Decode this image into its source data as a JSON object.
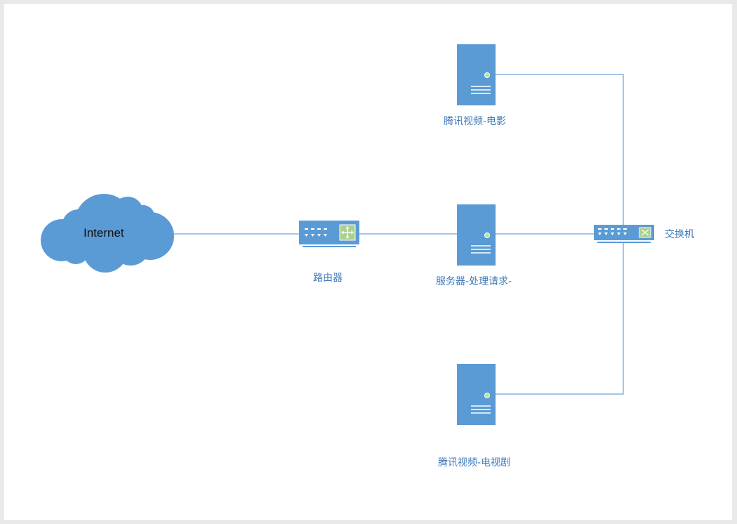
{
  "diagram": {
    "colors": {
      "device": "#5b9bd5",
      "line": "#4a8ed0",
      "label": "#3f7ab8",
      "led": "#b6e39a",
      "router_accent": "#a9d18e"
    },
    "nodes": {
      "internet": {
        "label": "Internet",
        "icon": "cloud-icon"
      },
      "router": {
        "label": "路由器",
        "icon": "router-icon"
      },
      "server_main": {
        "label": "服务器-处理请求-",
        "icon": "server-icon"
      },
      "server_movie": {
        "label": "腾讯视频-电影",
        "icon": "server-icon"
      },
      "server_tv": {
        "label": "腾讯视频-电视剧",
        "icon": "server-icon"
      },
      "switch": {
        "label": "交换机",
        "icon": "switch-icon"
      }
    }
  }
}
